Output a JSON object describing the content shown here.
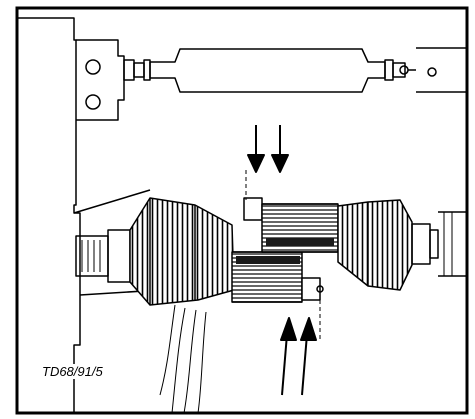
{
  "figure": {
    "reference": "TD68/91/5",
    "line_color": "#000000",
    "background_color": "#ffffff",
    "shading_color": "#1a1a1a"
  },
  "components": [
    {
      "name": "chassis-frame-panel"
    },
    {
      "name": "propeller-shaft"
    },
    {
      "name": "gaiter-left"
    },
    {
      "name": "gaiter-right"
    },
    {
      "name": "shaft-halves-misaligned"
    },
    {
      "name": "arrows-down-pair"
    },
    {
      "name": "arrows-up-pair"
    }
  ]
}
